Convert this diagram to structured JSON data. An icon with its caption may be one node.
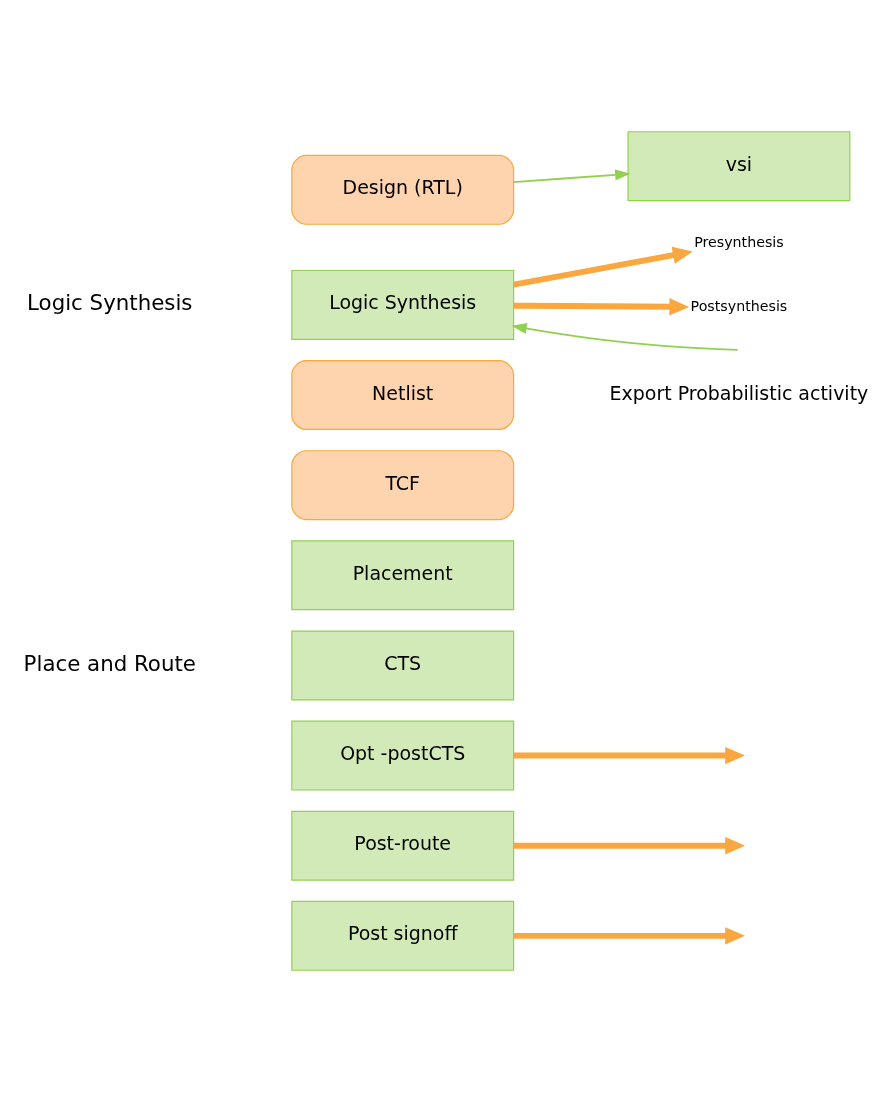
{
  "diagram": {
    "nodes": [
      {
        "text": [
          "Design (RTL)"
        ]
      },
      {
        "text": [
          "vsi"
        ]
      },
      {
        "text": [
          "Logic Synthesis"
        ]
      },
      {
        "text": [
          "Presynthesis"
        ]
      },
      {
        "text": [
          "Postsynthesis"
        ]
      },
      {
        "text": [
          "Netlist"
        ]
      },
      {
        "text": [
          "TCF"
        ]
      },
      {
        "text": [
          "Placement"
        ]
      },
      {
        "text": [
          "CTS"
        ]
      },
      {
        "text": [
          "Opt -postCTS"
        ]
      },
      {
        "text": [
          "Post-route"
        ]
      },
      {
        "text": [
          "Post signoff"
        ]
      }
    ],
    "edges": [
      {
        "from": 0,
        "to": 1,
        "arrow": "to",
        "color": "#92d050"
      },
      {
        "from": 2,
        "to": 3,
        "arrow": "to"
      },
      {
        "from": null,
        "to": 2,
        "arrow": "to",
        "color": "#92d050"
      },
      {
        "from": 2,
        "to": 4,
        "arrow": "to"
      },
      {
        "from": 9,
        "to": null,
        "arrow": "to"
      },
      {
        "from": 10,
        "to": null,
        "arrow": "to"
      },
      {
        "from": 11,
        "to": null,
        "arrow": "to"
      }
    ],
    "labels": [
      "Logic Synthesis",
      "Place and Route",
      "Export Probabilistic activity"
    ]
  }
}
